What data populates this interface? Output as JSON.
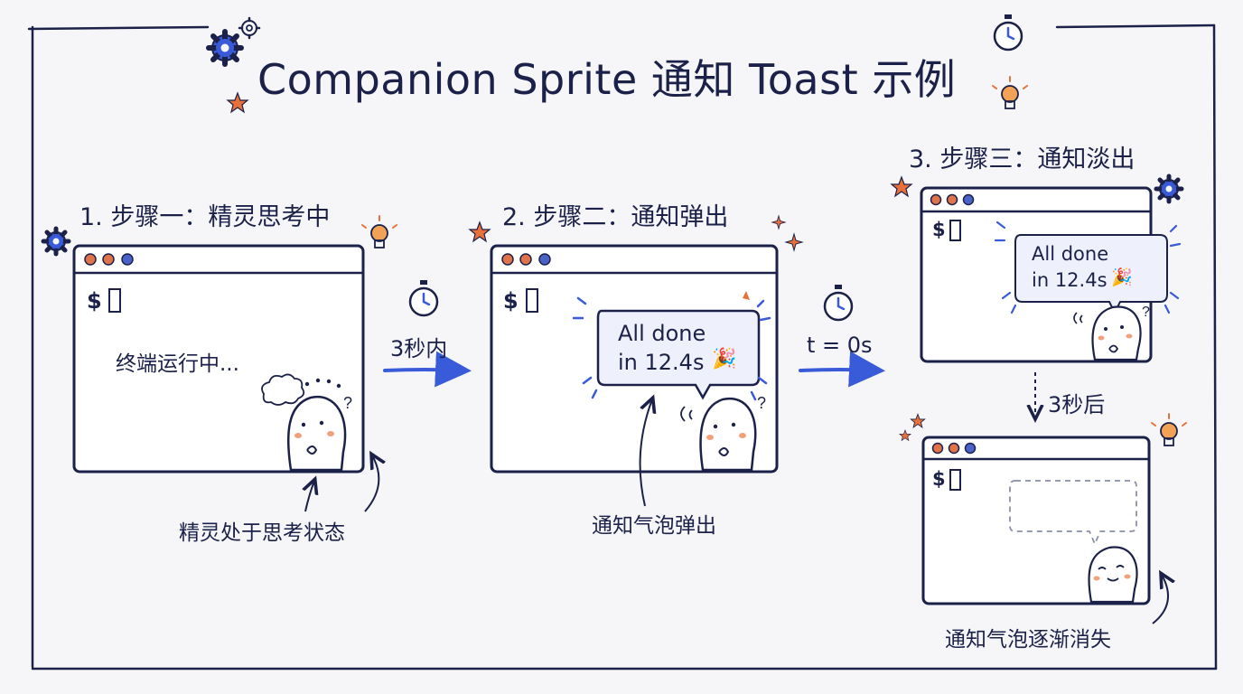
{
  "title": "Companion Sprite 通知 Toast 示例",
  "steps": [
    {
      "label": "1. 步骤一：精灵思考中",
      "terminal_prompt": "$",
      "terminal_text": "终端运行中...",
      "caption": "精灵处于思考状态"
    },
    {
      "label": "2. 步骤二：通知弹出",
      "terminal_prompt": "$",
      "bubble_line1": "All done",
      "bubble_line2": "in 12.4s",
      "caption": "通知气泡弹出"
    },
    {
      "label": "3. 步骤三：通知淡出",
      "terminal_prompt": "$",
      "bubble_line1": "All done",
      "bubble_line2": "in 12.4s",
      "caption": "通知气泡逐渐消失"
    }
  ],
  "transitions": {
    "first": "3秒内",
    "second": "t = 0s",
    "third": "3秒后"
  },
  "colors": {
    "ink": "#1b2148",
    "accent_blue": "#3a5bd9",
    "orange": "#e8703a",
    "dot_red": "#e0734a",
    "dot_blue": "#4a63c9"
  }
}
